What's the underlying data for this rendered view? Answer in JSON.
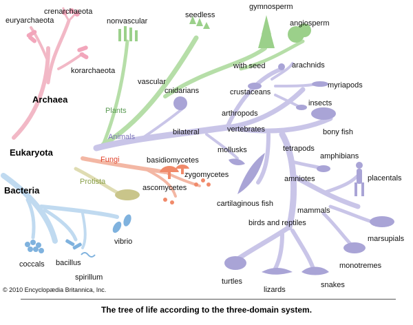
{
  "domains": {
    "archaea": "Archaea",
    "eukaryota": "Eukaryota",
    "bacteria": "Bacteria"
  },
  "archaea_groups": {
    "crenarchaeota": "crenarchaeota",
    "euryarchaeota": "euryarchaeota",
    "korarchaeota": "korarchaeota"
  },
  "bacteria_groups": {
    "coccals": "coccals",
    "bacillus": "bacillus",
    "spirillum": "spirillum",
    "vibrio": "vibrio"
  },
  "kingdoms": {
    "plants": "Plants",
    "animals": "Animals",
    "fungi": "Fungi",
    "protista": "Protista"
  },
  "plant_groups": {
    "nonvascular": "nonvascular",
    "vascular": "vascular",
    "seedless": "seedless",
    "with_seed": "with seed",
    "gymnosperm": "gymnosperm",
    "angiosperm": "angiosperm"
  },
  "fungi_groups": {
    "basidiomycetes": "basidiomycetes",
    "zygomycetes": "zygomycetes",
    "ascomycetes": "ascomycetes"
  },
  "animal_groups": {
    "cnidarians": "cnidarians",
    "bilateral": "bilateral",
    "mollusks": "mollusks",
    "arthropods": "arthropods",
    "crustaceans": "crustaceans",
    "arachnids": "arachnids",
    "myriapods": "myriapods",
    "insects": "insects",
    "vertebrates": "vertebrates",
    "bony_fish": "bony fish",
    "cartilaginous_fish": "cartilaginous fish",
    "tetrapods": "tetrapods",
    "amphibians": "amphibians",
    "amniotes": "amniotes",
    "placentals": "placentals",
    "mammals": "mammals",
    "marsupials": "marsupials",
    "monotremes": "monotremes",
    "birds_and_reptiles": "birds and reptiles",
    "turtles": "turtles",
    "lizards": "lizards",
    "snakes": "snakes"
  },
  "copyright": "© 2010 Encyclopædia Britannica, Inc.",
  "caption": "The tree of life according to the three-domain system.",
  "colors": {
    "archaea": "#f2b8c6",
    "plants": "#9bd08a",
    "animals": "#b7b3dd",
    "fungi": "#f08a6a",
    "protista": "#c9c58a",
    "bacteria": "#9cc6e8"
  }
}
